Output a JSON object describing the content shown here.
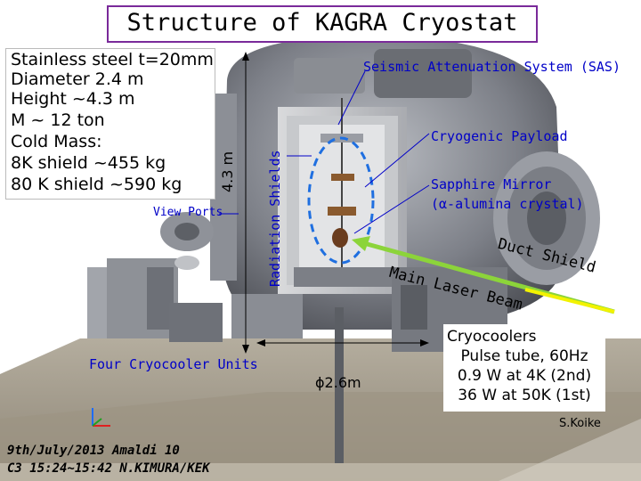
{
  "title": "Structure of KAGRA Cryostat",
  "specs": [
    "Stainless steel t=20mm",
    "Diameter 2.4 m",
    "Height ~4.3 m",
    "M ~ 12 ton",
    "Cold Mass:",
    "8K shield ~455 kg",
    "80 K shield ~590 kg"
  ],
  "height_label": "4.3 m",
  "labels": {
    "sas": "Seismic Attenuation System (SAS)",
    "payload": "Cryogenic Payload",
    "mirror_line1": "Sapphire Mirror",
    "mirror_line2": "(α-alumina crystal)",
    "view_ports": "View Ports",
    "radiation_shields": "Radiation Shields",
    "duct_shield": "Duct Shield",
    "main_laser": "Main Laser Beam",
    "cryocooler_units": "Four Cryocooler Units",
    "diameter": "ϕ2.6m"
  },
  "cryocoolers": [
    "Cryocoolers",
    "Pulse tube, 60Hz",
    "0.9 W at 4K (2nd)",
    "36 W at 50K (1st)"
  ],
  "credit": "S.Koike",
  "footer": {
    "line1": "9th/July/2013 Amaldi 10",
    "line2": "C3 15:24~15:42 N.KIMURA/KEK"
  },
  "colors": {
    "title_border": "#7a2a9a",
    "annotation_blue": "#0000c8",
    "beam_green": "#8cd43a",
    "laser_yellow": "#f2f200",
    "dashed_circle": "#1f6fe0"
  }
}
